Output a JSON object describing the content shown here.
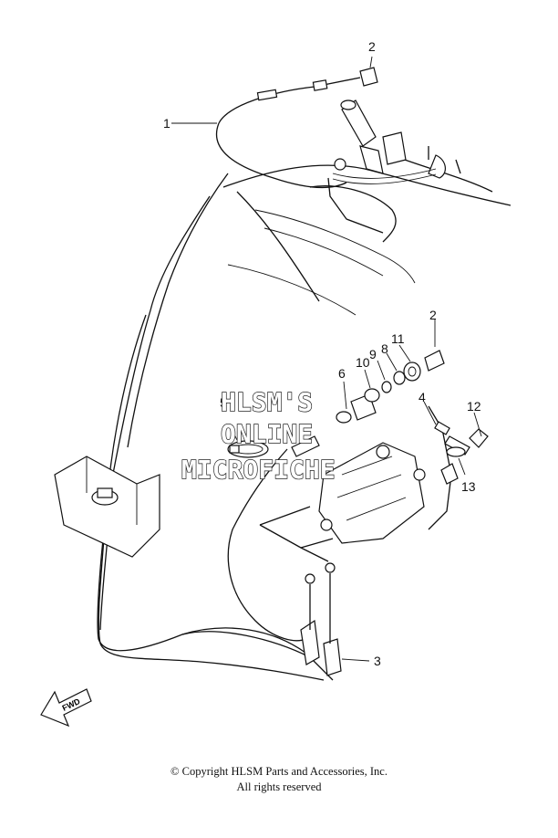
{
  "callouts": [
    "1",
    "2",
    "2",
    "3",
    "4",
    "5",
    "6",
    "8",
    "9",
    "10",
    "11",
    "12",
    "13"
  ],
  "watermark": {
    "line1": "HLSM'S",
    "line2": "ONLINE",
    "line3": "MICROFICHE"
  },
  "fwd_label": "FWD",
  "footer": {
    "copyright": "© Copyright HLSM Parts and Accessories, Inc.",
    "rights": "All rights reserved"
  }
}
